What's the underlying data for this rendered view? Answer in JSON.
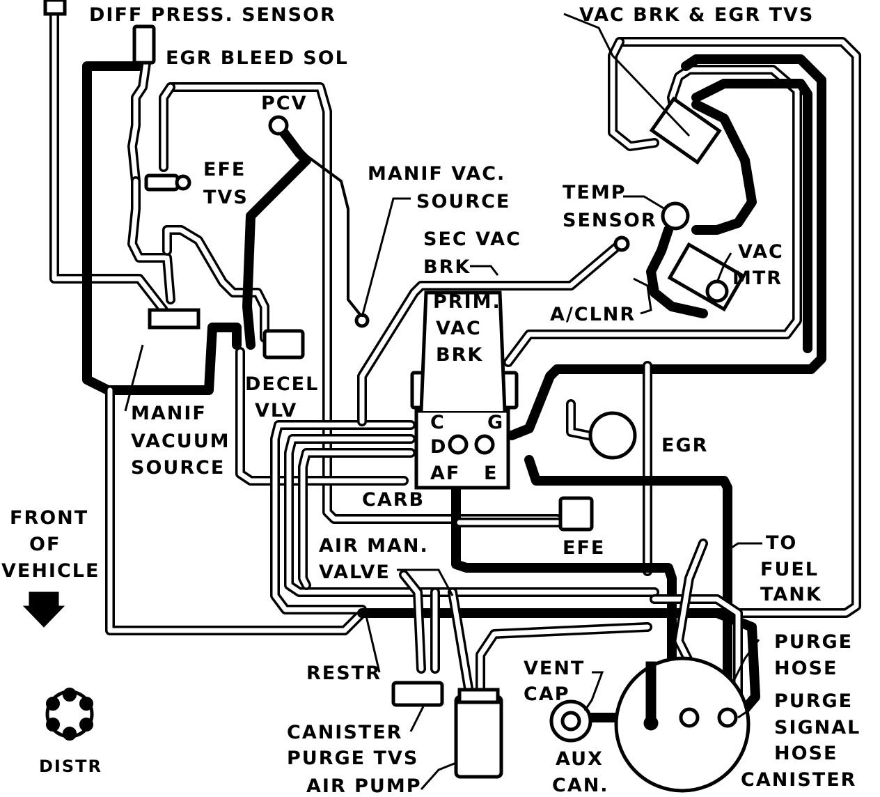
{
  "labels": {
    "diff_press_sensor": "DIFF PRESS. SENSOR",
    "egr_bleed_sol": "EGR BLEED SOL",
    "pcv": "PCV",
    "efe_tvs_1": "EFE",
    "efe_tvs_2": "TVS",
    "manif_vac_source_1": "MANIF VAC.",
    "manif_vac_source_2": "SOURCE",
    "sec_vac_brk_1": "SEC VAC",
    "sec_vac_brk_2": "BRK",
    "prim_vac_brk_1": "PRIM.",
    "prim_vac_brk_2": "VAC",
    "prim_vac_brk_3": "BRK",
    "vac_brk_egr_tvs": "VAC BRK & EGR TVS",
    "temp_sensor_1": "TEMP",
    "temp_sensor_2": "SENSOR",
    "vac_mtr_1": "VAC",
    "vac_mtr_2": "MTR",
    "a_clnr": "A/CLNR",
    "decel_vlv_1": "DECEL",
    "decel_vlv_2": "VLV",
    "manif_vacuum_source_1": "MANIF",
    "manif_vacuum_source_2": "VACUUM",
    "manif_vacuum_source_3": "SOURCE",
    "port_c": "C",
    "port_d": "D",
    "port_af": "AF",
    "port_g": "G",
    "port_e": "E",
    "carb": "CARB",
    "egr": "EGR",
    "efe": "EFE",
    "front_of_vehicle_1": "FRONT",
    "front_of_vehicle_2": "OF",
    "front_of_vehicle_3": "VEHICLE",
    "air_man_valve_1": "AIR MAN.",
    "air_man_valve_2": "VALVE",
    "to_fuel_tank_1": "TO",
    "to_fuel_tank_2": "FUEL",
    "to_fuel_tank_3": "TANK",
    "restr": "RESTR",
    "vent_cap_1": "VENT",
    "vent_cap_2": "CAP",
    "purge_hose_1": "PURGE",
    "purge_hose_2": "HOSE",
    "purge_signal_hose_1": "PURGE",
    "purge_signal_hose_2": "SIGNAL",
    "purge_signal_hose_3": "HOSE",
    "canister": "CANISTER",
    "canister_purge_tvs_1": "CANISTER",
    "canister_purge_tvs_2": "PURGE TVS",
    "air_pump": "AIR PUMP",
    "aux_can_1": "AUX",
    "aux_can_2": "CAN.",
    "distr": "DISTR"
  },
  "colors": {
    "line": "#000000",
    "background": "#ffffff"
  }
}
